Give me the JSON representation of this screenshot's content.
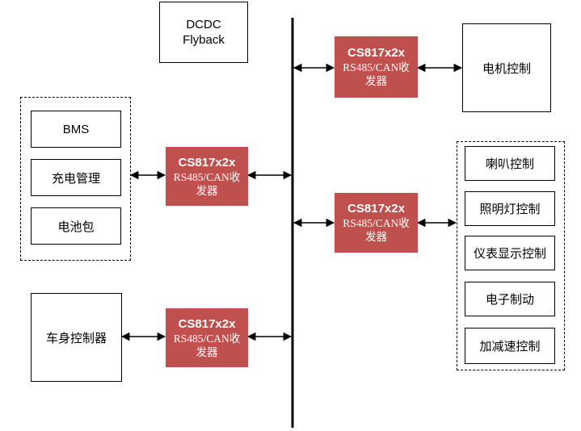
{
  "power": {
    "line1": "DCDC",
    "line2": "Flyback"
  },
  "transceiver": {
    "title": "CS817x2x",
    "subtitle": "RS485/CAN收发器"
  },
  "battery_group": {
    "bms": "BMS",
    "charging": "充电管理",
    "battery_pack": "电池包"
  },
  "body_controller": "车身控制器",
  "motor_control": "电机控制",
  "peripheral_group": {
    "horn": "喇叭控制",
    "lighting": "照明灯控制",
    "instrument": "仪表显示控制",
    "braking": "电子制动",
    "acceleration": "加减速控制"
  },
  "colors": {
    "transceiver_fill": "#c0504d",
    "line": "#000000"
  }
}
